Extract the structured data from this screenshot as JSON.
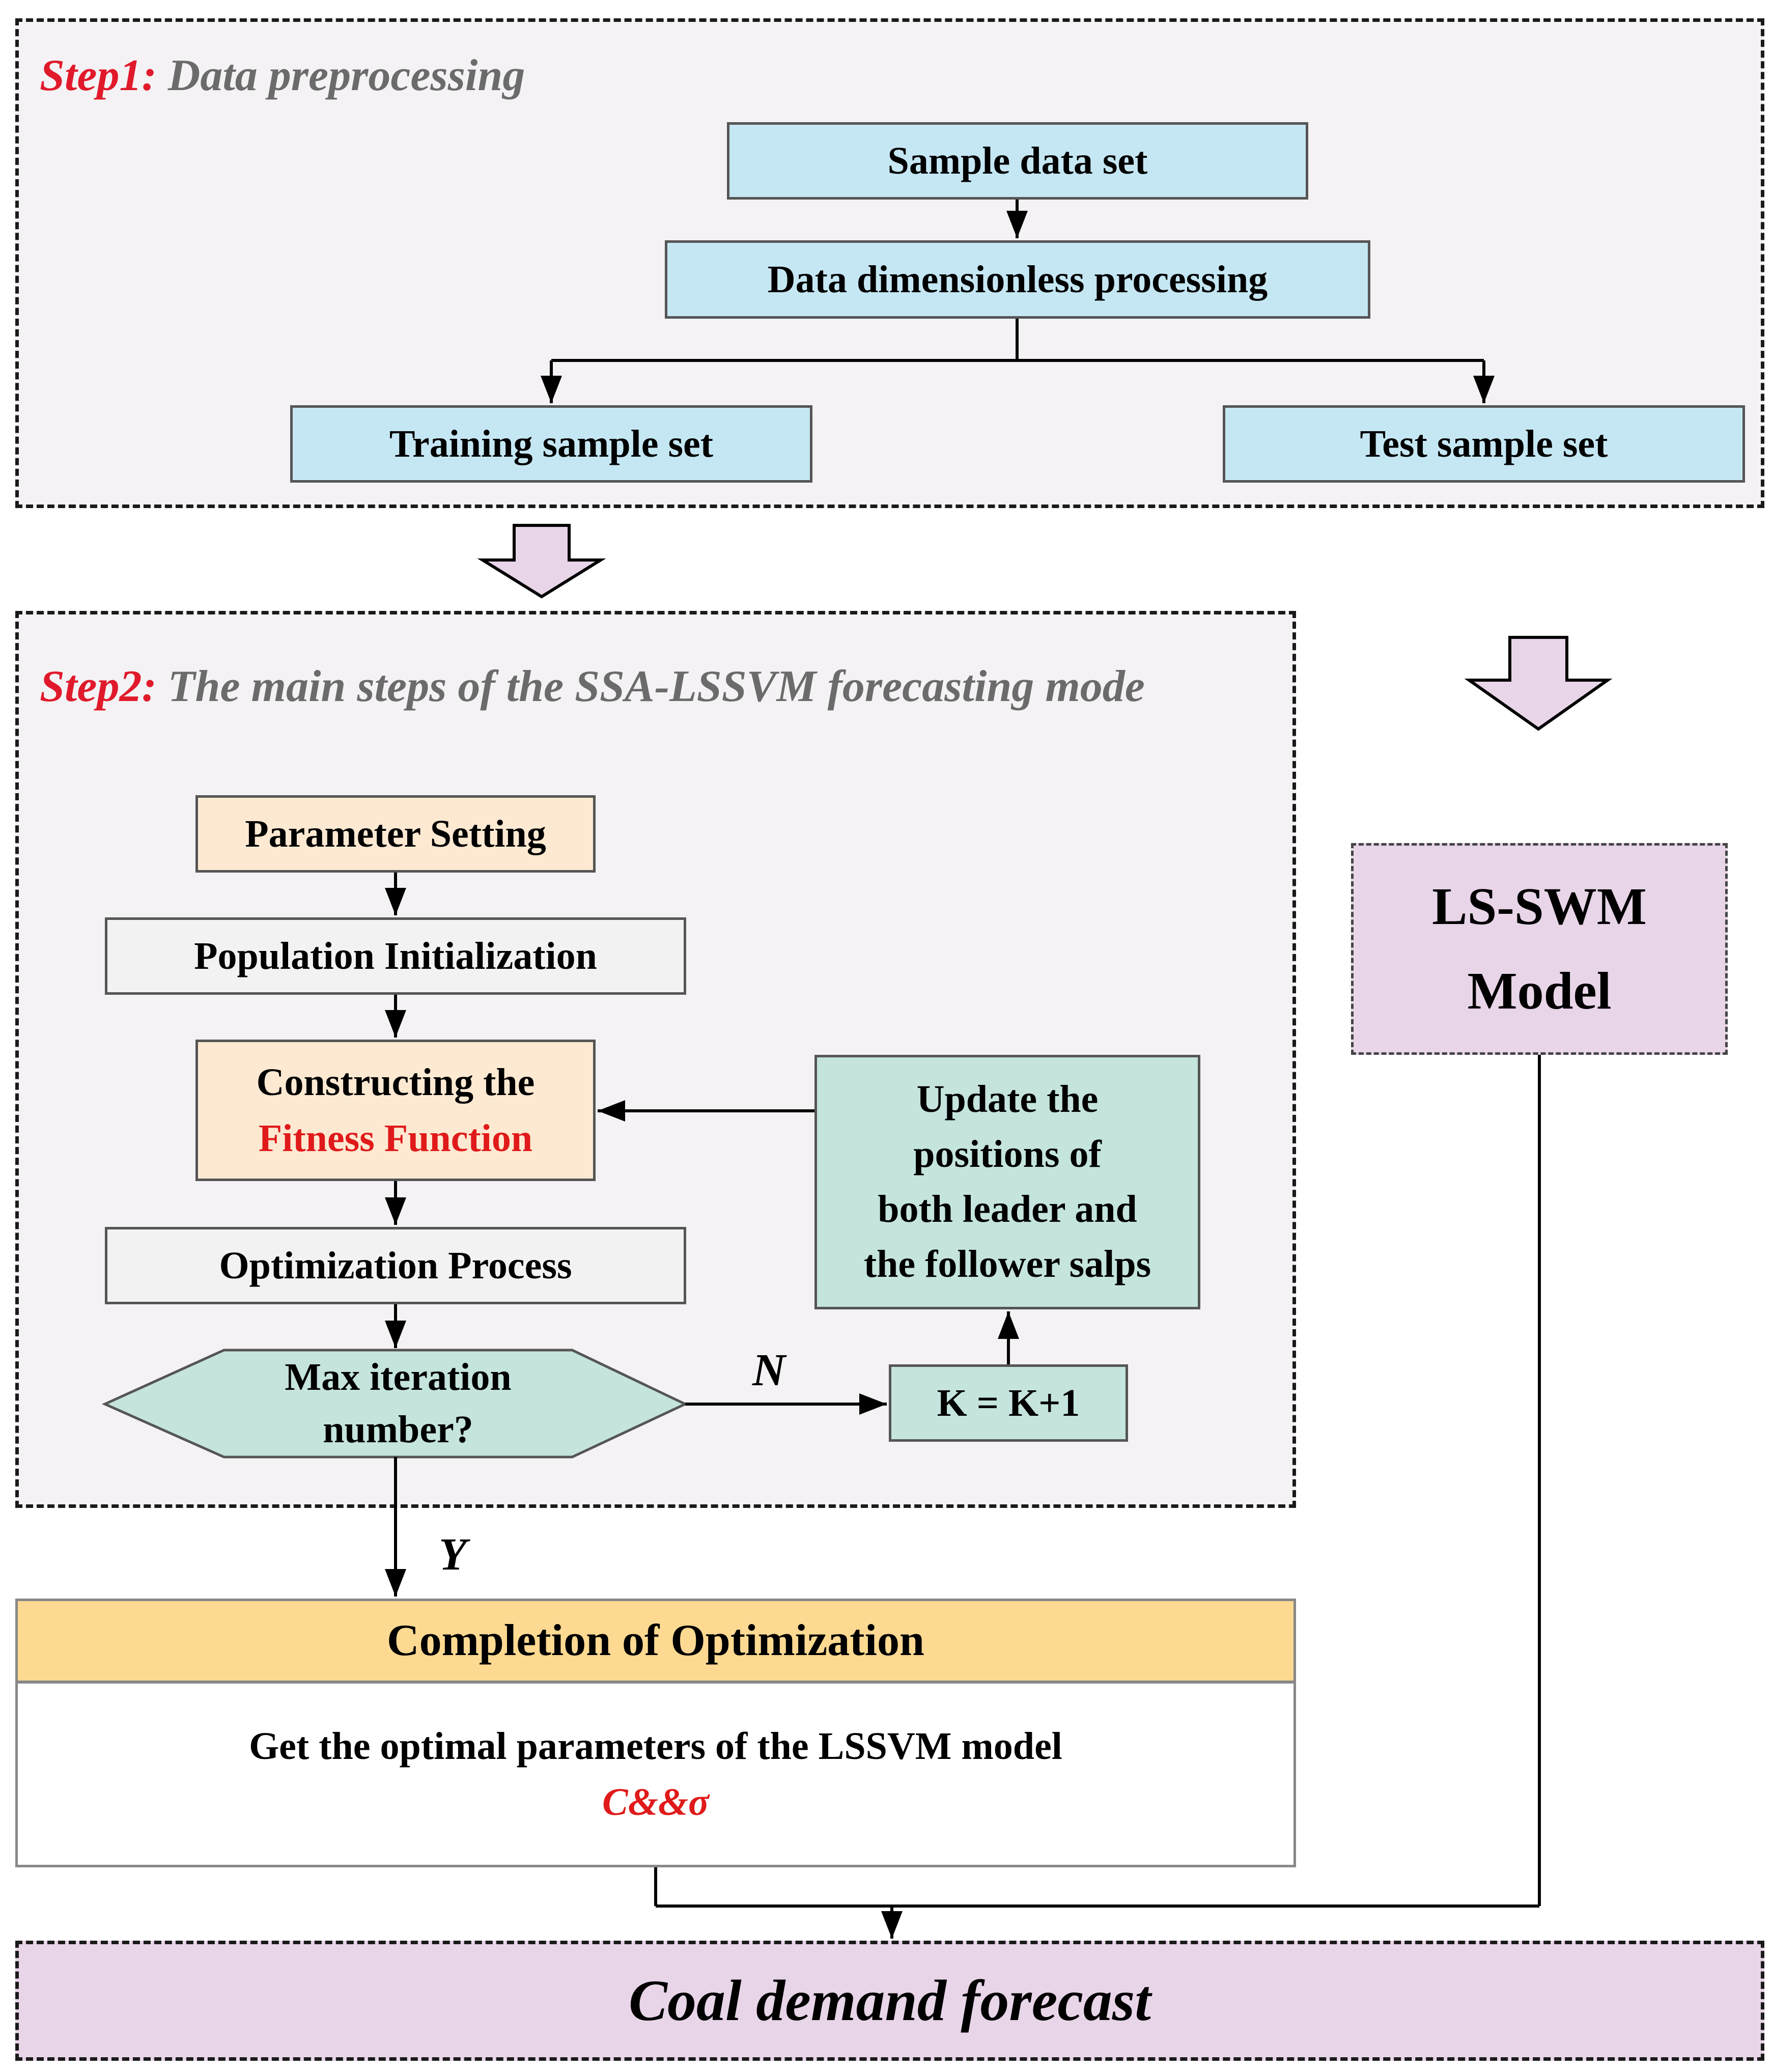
{
  "step1": {
    "label_prefix": "Step1:",
    "label_text": " Data preprocessing",
    "sample_data": "Sample data set",
    "dimensionless": "Data dimensionless processing",
    "training": "Training sample set",
    "test": "Test sample set"
  },
  "step2": {
    "label_prefix": "Step2:",
    "label_text": " The main steps of  the SSA-LSSVM forecasting mode",
    "parameter_setting": "Parameter Setting",
    "population_init": "Population Initialization",
    "fitness_line1": "Constructing the",
    "fitness_line2": "Fitness Function",
    "optimization_process": "Optimization Process",
    "decision_line1": "Max iteration",
    "decision_line2": "number?",
    "counter": "K = K+1",
    "update_line1": "Update the",
    "update_line2": "positions of",
    "update_line3": "both leader and",
    "update_line4": "the follower salps",
    "no_label": "N",
    "yes_label": "Y"
  },
  "lsswm": {
    "line1": "LS-SWM",
    "line2": "Model"
  },
  "completion": {
    "title": "Completion of Optimization",
    "body": "Get the optimal parameters of the LSSVM model",
    "params": "C&&σ"
  },
  "forecast": "Coal demand forecast",
  "colors": {
    "blue_box": "#c5e7f3",
    "peach_box": "#fde9d2",
    "grey_box": "#f2f2f2",
    "teal_box": "#c4e4dd",
    "completion_header": "#fdd991",
    "purple_box": "#e8d5e8",
    "panel_bg": "#f4f2f4",
    "accent_red": "#e01a1a"
  }
}
